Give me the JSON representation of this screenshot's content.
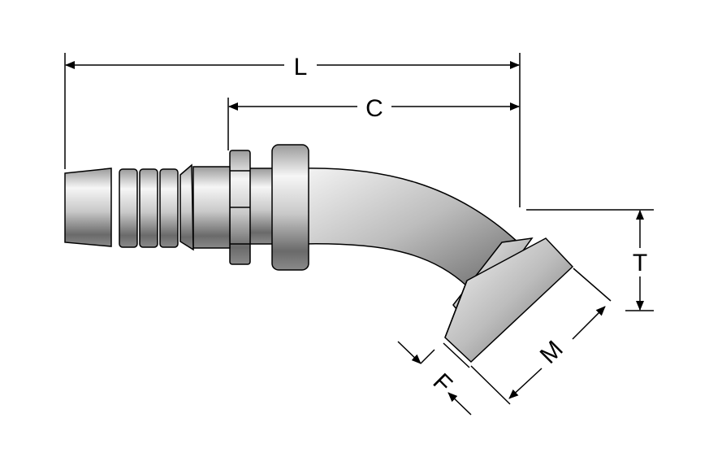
{
  "diagram": {
    "dimensions": {
      "length": "L",
      "cut_length": "C",
      "offset": "T",
      "flange_diameter": "M",
      "flange_thickness": "F"
    },
    "colors": {
      "metal_light": "#f4f4f4",
      "metal_mid": "#b8b8b8",
      "metal_dark": "#5a5a5a",
      "line": "#000000"
    }
  }
}
